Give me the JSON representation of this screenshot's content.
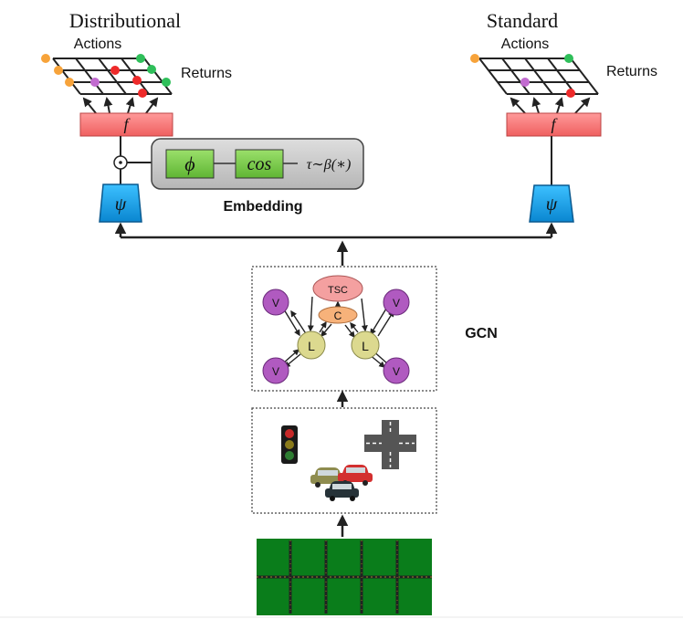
{
  "distributional": {
    "title": "Distributional",
    "actions_label": "Actions",
    "returns_label": "Returns",
    "f_label": "f",
    "psi_label": "ψ",
    "odot_label": "⊙"
  },
  "standard": {
    "title": "Standard",
    "actions_label": "Actions",
    "returns_label": "Returns",
    "f_label": "f",
    "psi_label": "ψ"
  },
  "embedding": {
    "phi_label": "ϕ",
    "cos_label": "cos",
    "tau_label": "τ∼β(∗)",
    "caption": "Embedding"
  },
  "gcn": {
    "caption": "GCN",
    "tsc_label": "TSC",
    "c_label": "C",
    "l_label": "L",
    "v_label": "V"
  },
  "colors": {
    "f_fill": "#f4706f",
    "psi_fill": "#1aa2e6",
    "embed_box": "#c8c8c8",
    "embed_inner": "#7ccc4a",
    "tsc_fill": "#f4a0a0",
    "c_fill": "#f7b27a",
    "l_fill": "#dcd98f",
    "v_fill": "#b05ac0",
    "map_green": "#0a7d1b"
  }
}
